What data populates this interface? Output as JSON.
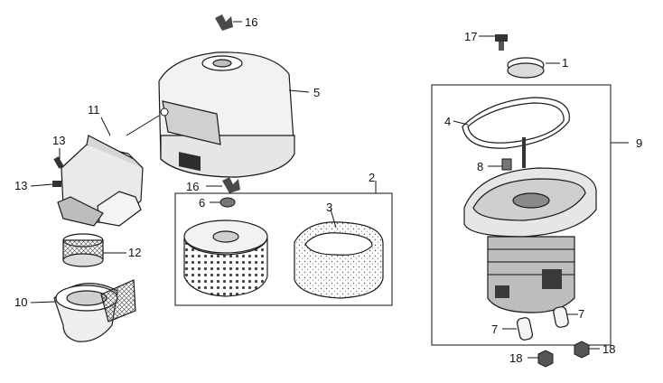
{
  "callouts": {
    "c1": "1",
    "c2": "2",
    "c3": "3",
    "c4": "4",
    "c5": "5",
    "c6": "6",
    "c7a": "7",
    "c7b": "7",
    "c8": "8",
    "c9": "9",
    "c10": "10",
    "c11": "11",
    "c12": "12",
    "c13a": "13",
    "c13b": "13",
    "c16a": "16",
    "c16b": "16",
    "c17": "17",
    "c18a": "18",
    "c18b": "18"
  },
  "colors": {
    "line": "#111111",
    "shade": "#cfcfcf",
    "dark": "#3a3a3a"
  }
}
